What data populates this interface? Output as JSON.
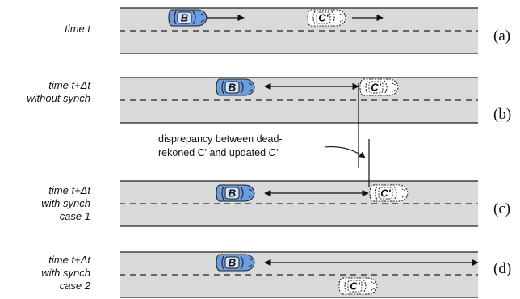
{
  "rows": [
    {
      "id": "a",
      "label_lines": [
        "time t"
      ],
      "panel": "(a)"
    },
    {
      "id": "b",
      "label_lines": [
        "time t+Δt",
        "without synch"
      ],
      "panel": "(b)"
    },
    {
      "id": "c",
      "label_lines": [
        "time t+Δt",
        "with synch",
        "case 1"
      ],
      "panel": "(c)"
    },
    {
      "id": "d",
      "label_lines": [
        "time t+Δt",
        "with synch",
        "case 2"
      ],
      "panel": "(d)"
    }
  ],
  "note": {
    "line1": "disprepancy between dead-",
    "line2_prefix": "rekoned C' and updated ",
    "line2_italic": "C'"
  },
  "cars": {
    "b_label": "B",
    "c_label": "C'",
    "b_color": "#6a9ee0",
    "c_color": "#ffffff"
  },
  "colors": {
    "road": "#d9d9d9",
    "road_edge": "#222222",
    "dash": "#222222"
  }
}
